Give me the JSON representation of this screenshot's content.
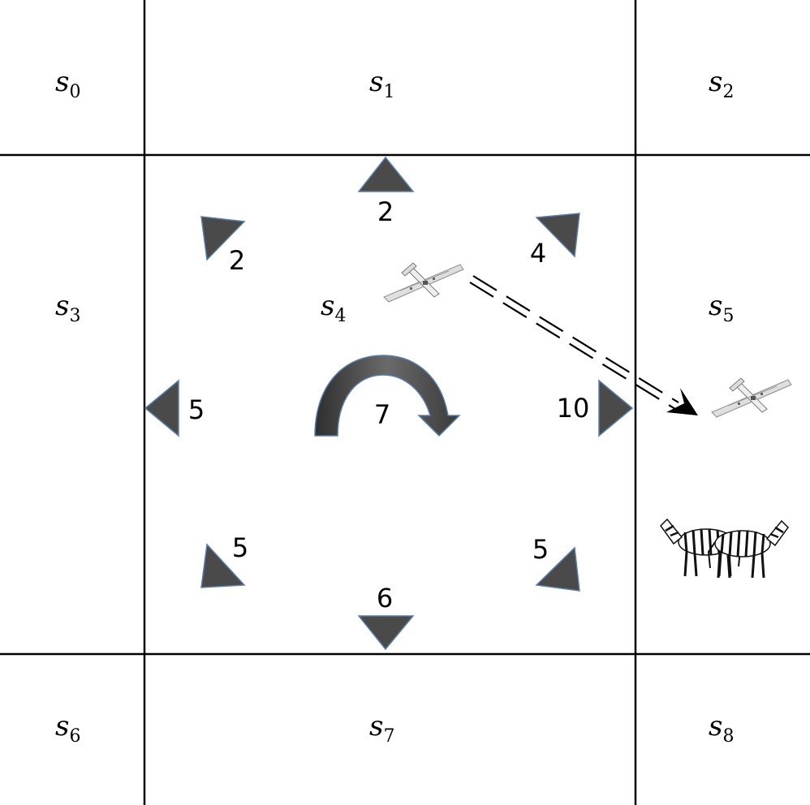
{
  "states": [
    {
      "id": "s0",
      "letter": "s",
      "sub": "0"
    },
    {
      "id": "s1",
      "letter": "s",
      "sub": "1"
    },
    {
      "id": "s2",
      "letter": "s",
      "sub": "2"
    },
    {
      "id": "s3",
      "letter": "s",
      "sub": "3"
    },
    {
      "id": "s4",
      "letter": "s",
      "sub": "4"
    },
    {
      "id": "s5",
      "letter": "s",
      "sub": "5"
    },
    {
      "id": "s6",
      "letter": "s",
      "sub": "6"
    },
    {
      "id": "s7",
      "letter": "s",
      "sub": "7"
    },
    {
      "id": "s8",
      "letter": "s",
      "sub": "8"
    }
  ],
  "actions": {
    "up": "2",
    "up_left": "2",
    "up_right": "4",
    "left": "5",
    "stay": "7",
    "right": "10",
    "down_left": "5",
    "down_right": "5",
    "down": "6"
  },
  "icons": {
    "drone": "drone-icon",
    "zebra": "zebra-icon",
    "transition_arrow": "dashed-double-arrow-icon"
  },
  "colors": {
    "arrow_fill": "#4a4a4a",
    "arrow_stroke": "#5b7fa6"
  }
}
